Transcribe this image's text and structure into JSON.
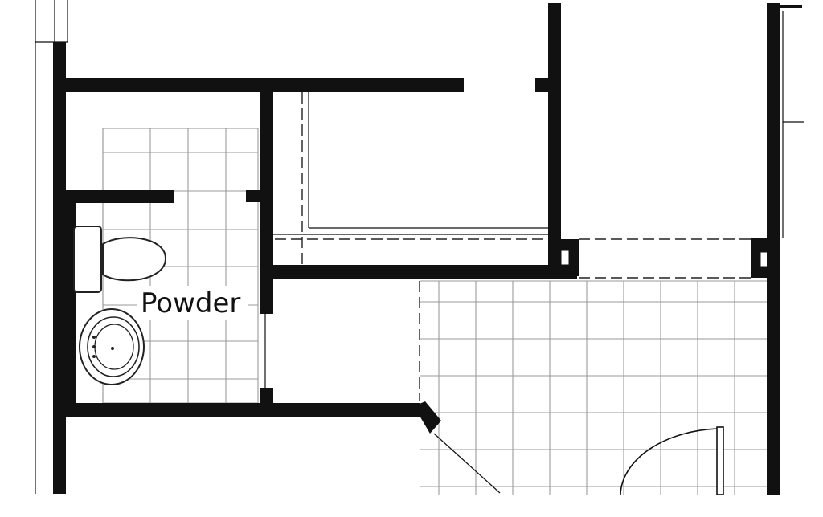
{
  "plan": {
    "rooms": [
      {
        "id": "powder",
        "label": "Powder"
      }
    ],
    "fixtures": [
      {
        "id": "toilet",
        "icon": "toilet-icon"
      },
      {
        "id": "sink",
        "icon": "oval-sink-icon"
      },
      {
        "id": "door",
        "icon": "door-swing-icon"
      }
    ],
    "colors": {
      "wall": "#111111",
      "tile_grid": "#9a9a9a",
      "background": "#ffffff"
    }
  }
}
